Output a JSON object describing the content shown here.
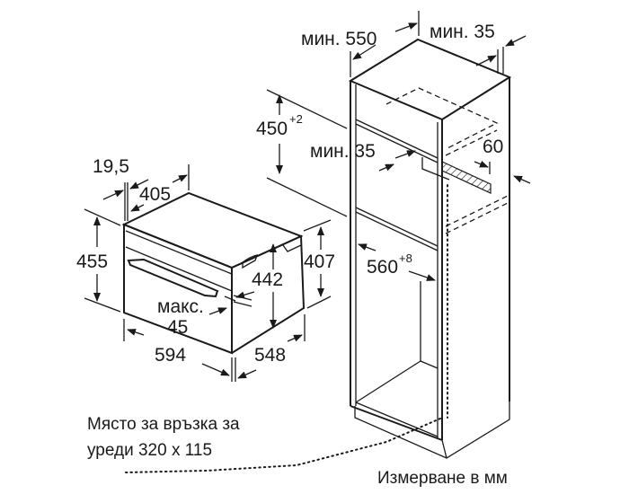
{
  "cabinet": {
    "min_depth": "мин. 550",
    "min_back_gap": "мин. 35",
    "niche_height": "450",
    "niche_height_tol": "+2",
    "min_shelf_gap": "мин. 35",
    "vent_depth": "60",
    "niche_width": "560",
    "niche_width_tol": "+8"
  },
  "appliance": {
    "front_offset": "19,5",
    "top_depth": "405",
    "front_height": "455",
    "body_height": "442",
    "side_height": "407",
    "door_max_label": "макс.",
    "door_max_value": "45",
    "width": "594",
    "depth": "548"
  },
  "notes": {
    "connection_line1": "Място за връзка за",
    "connection_line2": "уреди 320 x 115",
    "units": "Измерване в мм"
  }
}
